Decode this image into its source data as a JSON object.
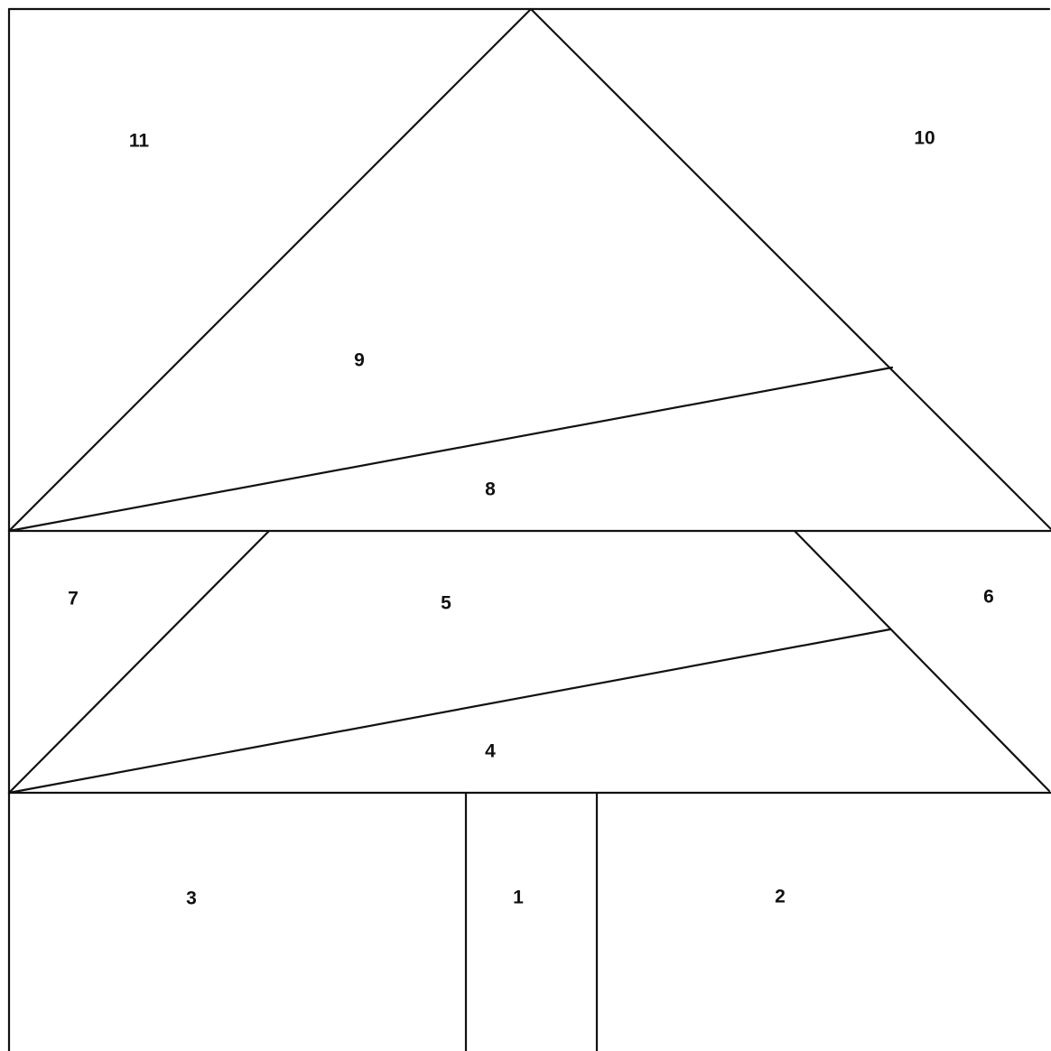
{
  "pattern": {
    "pieces": [
      {
        "id": "piece-1",
        "label": "1"
      },
      {
        "id": "piece-2",
        "label": "2"
      },
      {
        "id": "piece-3",
        "label": "3"
      },
      {
        "id": "piece-4",
        "label": "4"
      },
      {
        "id": "piece-5",
        "label": "5"
      },
      {
        "id": "piece-6",
        "label": "6"
      },
      {
        "id": "piece-7",
        "label": "7"
      },
      {
        "id": "piece-8",
        "label": "8"
      },
      {
        "id": "piece-9",
        "label": "9"
      },
      {
        "id": "piece-10",
        "label": "10"
      },
      {
        "id": "piece-11",
        "label": "11"
      }
    ],
    "colors": {
      "line": "#111111",
      "background": "#ffffff"
    }
  }
}
